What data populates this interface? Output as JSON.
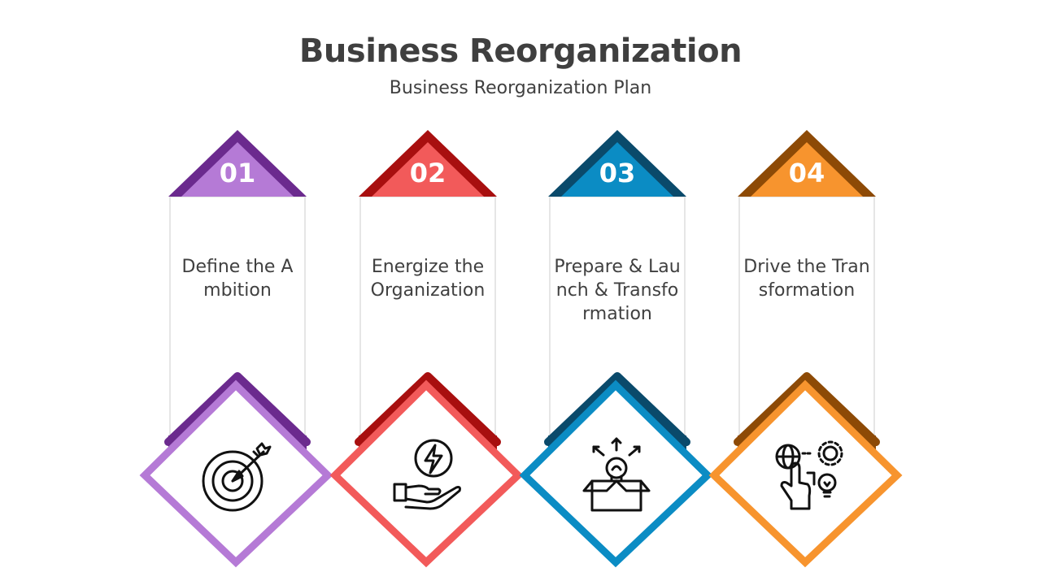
{
  "title": "Business Reorganization",
  "subtitle": "Business Reorganization Plan",
  "steps": [
    {
      "number": "01",
      "label": "Define the Ambition",
      "icon": "target-dart-icon",
      "light": "#b57ad6",
      "dark": "#6b2a8e"
    },
    {
      "number": "02",
      "label": "Energize the Organization",
      "icon": "hand-energy-icon",
      "light": "#f25a5a",
      "dark": "#a80f0f"
    },
    {
      "number": "03",
      "label": "Prepare & Launch & Transformation",
      "icon": "idea-box-icon",
      "light": "#0b8cc4",
      "dark": "#0a4a6b"
    },
    {
      "number": "04",
      "label": "Drive the Transformation",
      "icon": "digital-transformation-icon",
      "light": "#f7942e",
      "dark": "#8d4a06"
    }
  ]
}
